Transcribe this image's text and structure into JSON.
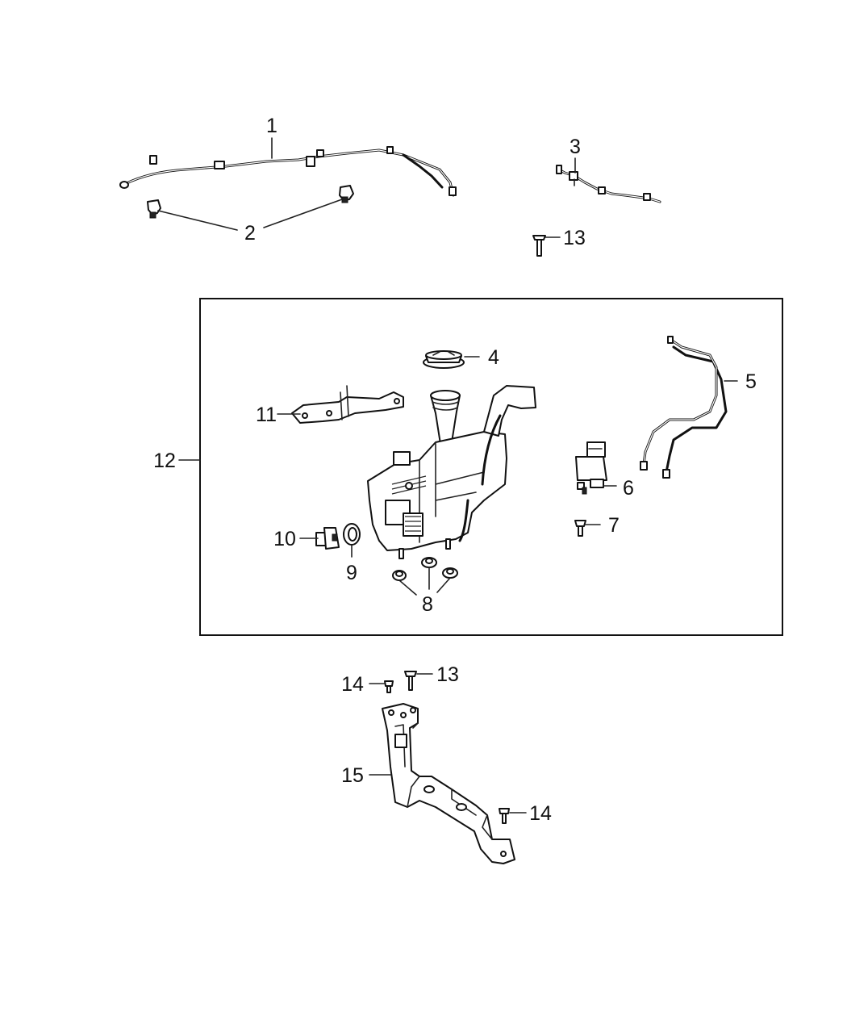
{
  "callouts": {
    "c1": "1",
    "c2": "2",
    "c3": "3",
    "c4": "4",
    "c5": "5",
    "c6": "6",
    "c7": "7",
    "c8": "8",
    "c9": "9",
    "c10": "10",
    "c11": "11",
    "c12": "12",
    "c13a": "13",
    "c13b": "13",
    "c14a": "14",
    "c14b": "14",
    "c15": "15"
  }
}
